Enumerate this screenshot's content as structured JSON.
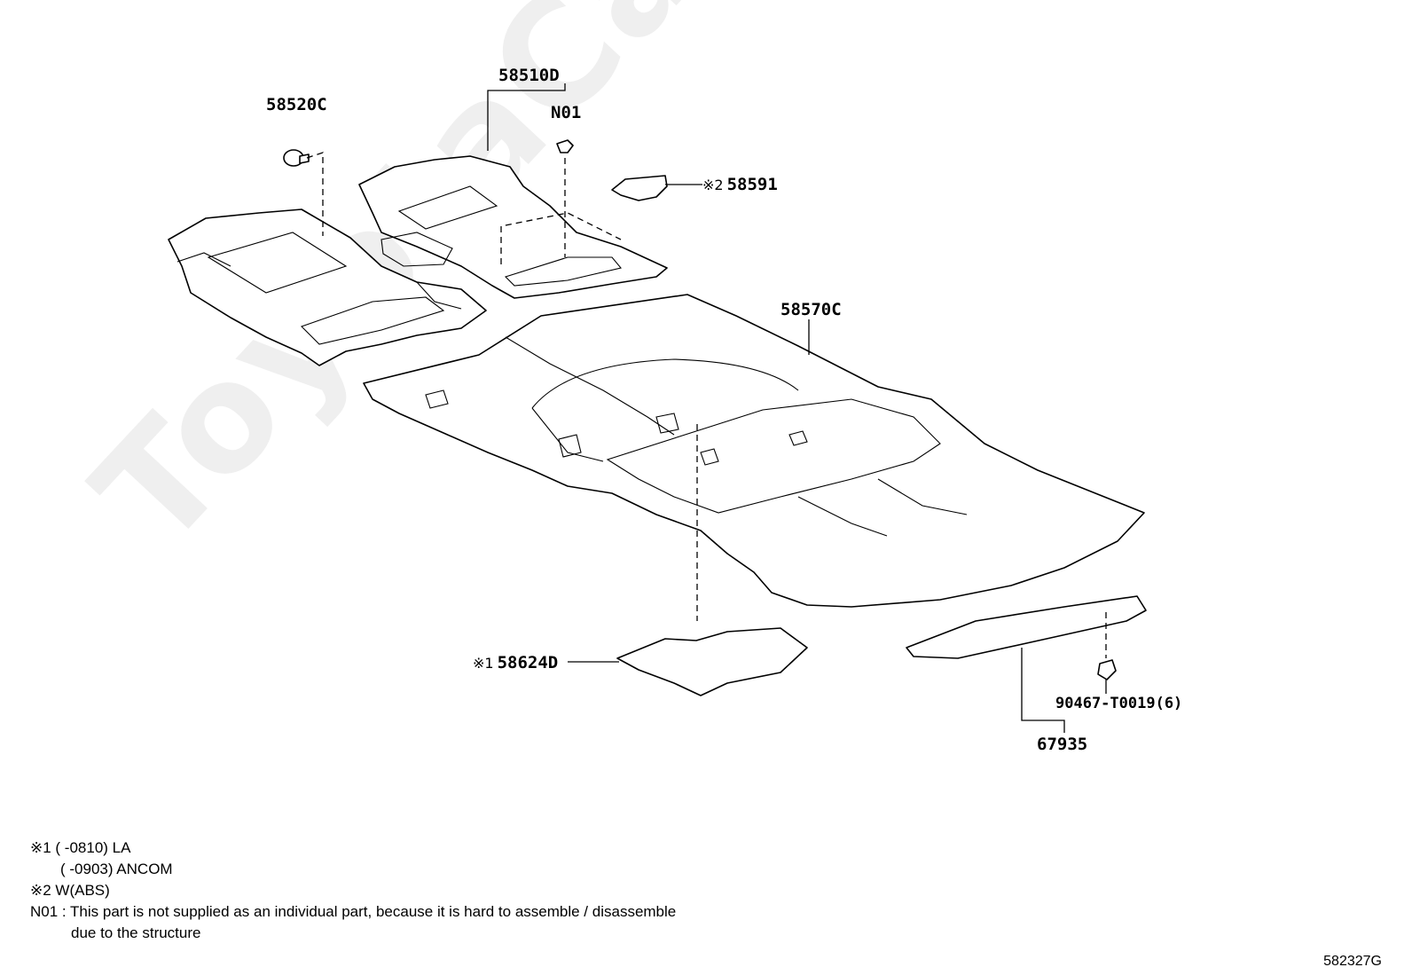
{
  "watermark": "ToyotaCarMine.ru",
  "labels": {
    "p58510D": "58510D",
    "n01": "N01",
    "p58520C": "58520C",
    "p58591": "58591",
    "p58591_mark": "※2",
    "p58570C": "58570C",
    "p58624D": "58624D",
    "p58624D_mark": "※1",
    "p90467": "90467-T0019(6)",
    "p67935": "67935"
  },
  "notes": {
    "n1_a": "※1 (        -0810) LA",
    "n1_b": "(        -0903) ANCOM",
    "n2": "※2 W(ABS)",
    "n01_a": "N01 : This part is not supplied as an individual part, because it is hard to assemble / disassemble",
    "n01_b": "due to the structure"
  },
  "diagram_code": "582327G"
}
